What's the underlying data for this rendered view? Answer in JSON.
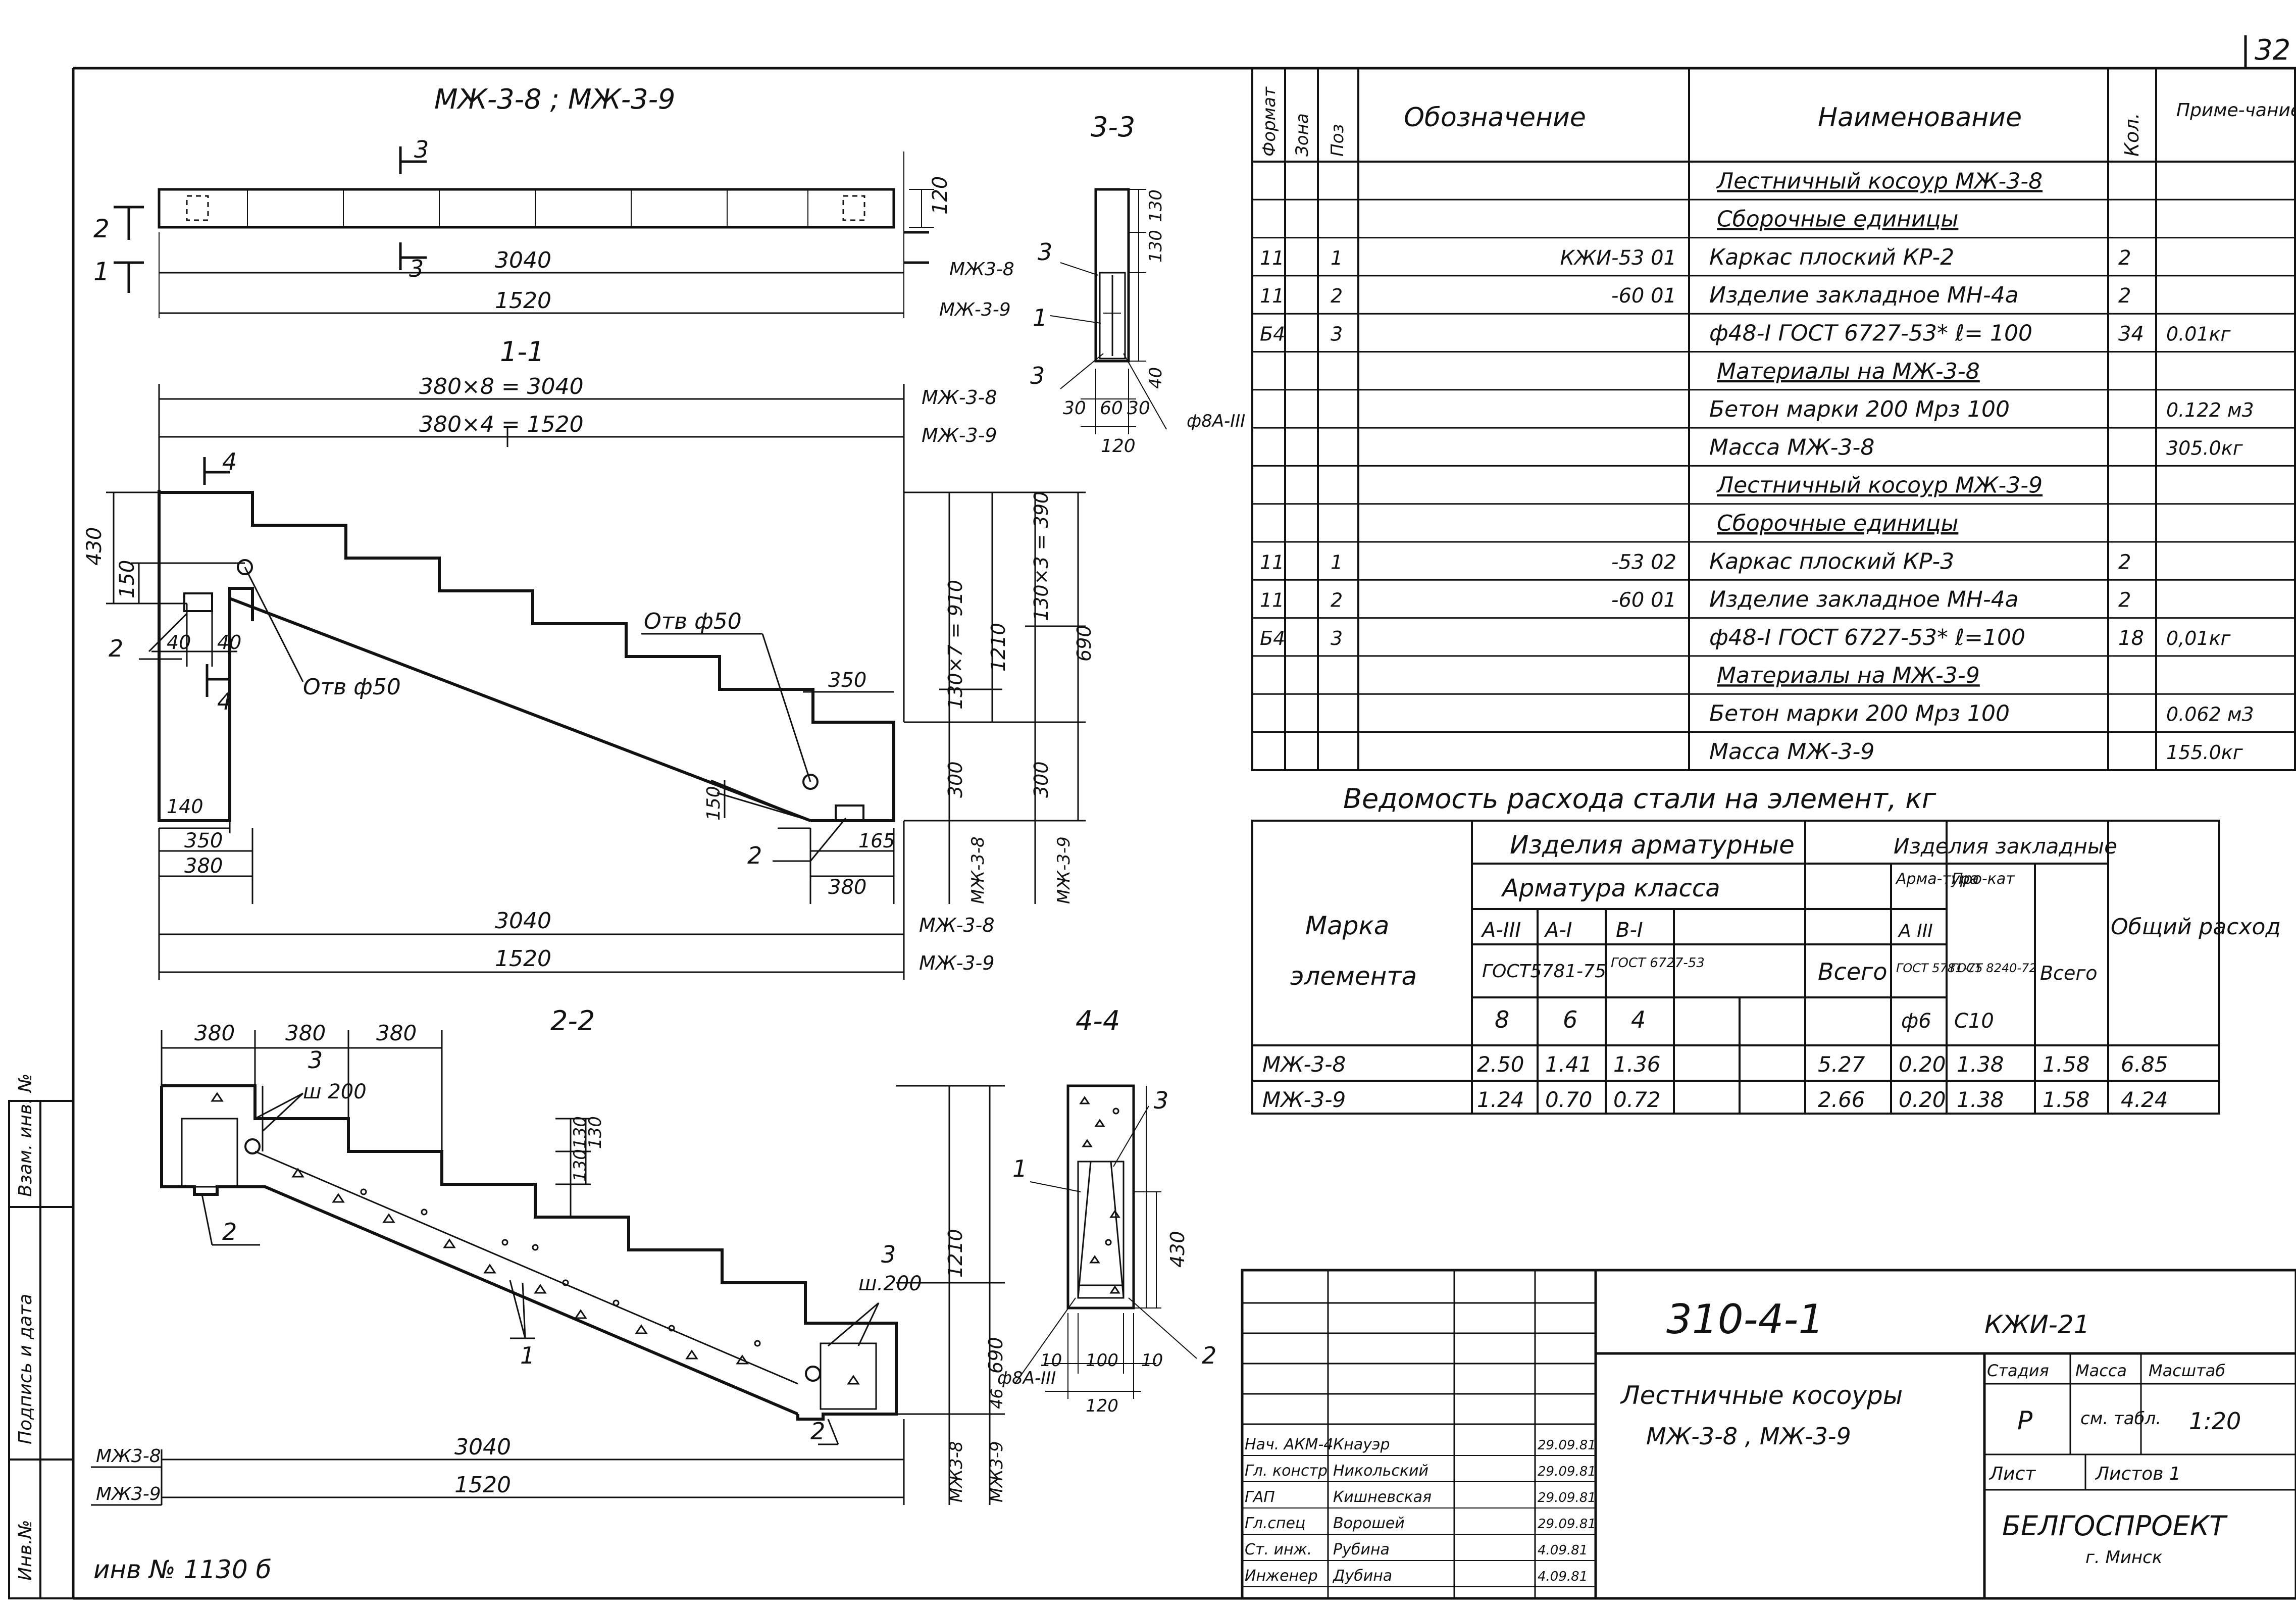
{
  "sheet": {
    "page_number": "32",
    "inventory_note": "инв № 1130 б",
    "margin_labels": [
      "Инв.№",
      "Подпись и дата",
      "Взам. инв. №"
    ]
  },
  "views": {
    "plan_title": "МЖ-3-8 ; МЖ-3-9",
    "section_11": "1-1",
    "section_22": "2-2",
    "section_33": "3-3",
    "section_44": "4-4",
    "cut_marks": [
      "3",
      "3",
      "4",
      "4"
    ],
    "plan_dims": {
      "d3040": "3040",
      "d1520": "1520",
      "d120": "120",
      "m8": "МЖ3-8",
      "m9": "МЖ-3-9",
      "n2": "2",
      "n1": "1"
    },
    "s11": {
      "d380x8": "380×8 = 3040",
      "d380x4": "380×4 = 1520",
      "m8": "МЖ-3-8",
      "m9": "МЖ-3-9",
      "d430": "430",
      "d150": "150",
      "d40a": "40",
      "d40b": "40",
      "hole_left": "Отв ф50",
      "hole_right": "Отв ф50",
      "d350top": "350",
      "d150b": "150",
      "d140": "140",
      "d350": "350",
      "d380": "380",
      "d165": "165",
      "d380r": "380",
      "pos2a": "2",
      "pos2b": "2",
      "v130x7": "130×7 = 910",
      "v1210": "1210",
      "v130x3": "130×3 = 390",
      "v690": "690",
      "v300a": "300",
      "v300b": "300",
      "vm8": "МЖ-3-8",
      "vm9": "МЖ-3-9",
      "b3040": "3040",
      "b1520": "1520",
      "bm8": "МЖ-3-8",
      "bm9": "МЖ-3-9"
    },
    "s33": {
      "d130a": "130",
      "d130b": "130",
      "d40": "40",
      "d30": "30",
      "d60": "60",
      "d30b": "30",
      "d120": "120",
      "pos3a": "3",
      "pos1": "1",
      "pos3b": "3",
      "rebar": "ф8А-III"
    },
    "s22": {
      "d380a": "380",
      "d380b": "380",
      "d380c": "380",
      "pos3a": "3",
      "step_a": "ш 200",
      "pos2a": "2",
      "pos1": "1",
      "pos3b": "3",
      "step_b": "ш.200",
      "pos2b": "2",
      "v130": "130",
      "v130b": "130",
      "v130c": "130",
      "v1210": "1210",
      "v690": "690",
      "v46": "46",
      "bm8": "МЖ3-8",
      "bm9": "МЖ3-9",
      "b3040": "3040",
      "b1520": "1520",
      "vm8": "МЖ3-8",
      "vm9": "МЖ3-9"
    },
    "s44": {
      "pos3": "3",
      "pos1": "1",
      "pos2": "2",
      "d430": "430",
      "d10a": "10",
      "d100": "100",
      "d10b": "10",
      "d120": "120",
      "rebar": "ф8А-III"
    }
  },
  "spec_table": {
    "headers": [
      "Формат",
      "Зона",
      "Поз",
      "Обозначение",
      "Наименование",
      "Кол.",
      "Приме-чание"
    ],
    "rows": [
      {
        "fmt": "",
        "pos": "",
        "des": "",
        "name": "Лестничный косоур МЖ-3-8",
        "qty": "",
        "note": "",
        "style": "heading"
      },
      {
        "fmt": "",
        "pos": "",
        "des": "",
        "name": "Сборочные единицы",
        "qty": "",
        "note": "",
        "style": "heading"
      },
      {
        "fmt": "11",
        "pos": "1",
        "des": "КЖИ-53 01",
        "name": "Каркас плоский КР-2",
        "qty": "2",
        "note": "",
        "style": "row"
      },
      {
        "fmt": "11",
        "pos": "2",
        "des": "-60 01",
        "name": "Изделие закладное МН-4а",
        "qty": "2",
        "note": "",
        "style": "row"
      },
      {
        "fmt": "Б4",
        "pos": "3",
        "des": "",
        "name": "ф48-I ГОСТ 6727-53* ℓ= 100",
        "qty": "34",
        "note": "0.01кг",
        "style": "row"
      },
      {
        "fmt": "",
        "pos": "",
        "des": "",
        "name": "Материалы на МЖ-3-8",
        "qty": "",
        "note": "",
        "style": "heading"
      },
      {
        "fmt": "",
        "pos": "",
        "des": "",
        "name": "Бетон марки 200 Мрз 100",
        "qty": "",
        "note": "0.122 м3",
        "style": "row"
      },
      {
        "fmt": "",
        "pos": "",
        "des": "",
        "name": "Масса МЖ-3-8",
        "qty": "",
        "note": "305.0кг",
        "style": "row"
      },
      {
        "fmt": "",
        "pos": "",
        "des": "",
        "name": "Лестничный косоур МЖ-3-9",
        "qty": "",
        "note": "",
        "style": "heading"
      },
      {
        "fmt": "",
        "pos": "",
        "des": "",
        "name": "Сборочные единицы",
        "qty": "",
        "note": "",
        "style": "heading"
      },
      {
        "fmt": "11",
        "pos": "1",
        "des": "-53 02",
        "name": "Каркас плоский КР-3",
        "qty": "2",
        "note": "",
        "style": "row"
      },
      {
        "fmt": "11",
        "pos": "2",
        "des": "-60 01",
        "name": "Изделие закладное МН-4а",
        "qty": "2",
        "note": "",
        "style": "row"
      },
      {
        "fmt": "Б4",
        "pos": "3",
        "des": "",
        "name": "ф48-I ГОСТ 6727-53* ℓ=100",
        "qty": "18",
        "note": "0,01кг",
        "style": "row"
      },
      {
        "fmt": "",
        "pos": "",
        "des": "",
        "name": "Материалы на МЖ-3-9",
        "qty": "",
        "note": "",
        "style": "heading"
      },
      {
        "fmt": "",
        "pos": "",
        "des": "",
        "name": "Бетон марки 200 Мрз 100",
        "qty": "",
        "note": "0.062 м3",
        "style": "row"
      },
      {
        "fmt": "",
        "pos": "",
        "des": "",
        "name": "Масса МЖ-3-9",
        "qty": "",
        "note": "155.0кг",
        "style": "row"
      }
    ]
  },
  "steel_table": {
    "title": "Ведомость расхода стали на элемент, кг",
    "h_marka": "Марка",
    "h_element": "элемента",
    "h_arm": "Изделия арматурные",
    "h_klass": "Арматура класса",
    "h_zakl": "Изделия закладные",
    "h_arm2": "Арма-тура",
    "h_prokat": "Про-кат",
    "h_vsego": "Всего",
    "h_vsego2": "Всего",
    "h_obsh": "Общий расход",
    "cls": [
      "А-III",
      "А-I",
      "В-I",
      "А III"
    ],
    "gost1": "ГОСТ5781-75",
    "gost2": "ГОСТ 6727-53",
    "gost3": "ГОСТ 5781-75",
    "gost4": "ГОСТ 8240-72",
    "dia": [
      "8",
      "6",
      "4",
      "ф6",
      "С10"
    ],
    "rows": [
      {
        "mark": "МЖ-3-8",
        "a3": "2.50",
        "a1": "1.41",
        "b1": "1.36",
        "total": "5.27",
        "z1": "0.20",
        "z2": "1.38",
        "zt": "1.58",
        "sum": "6.85"
      },
      {
        "mark": "МЖ-3-9",
        "a3": "1.24",
        "a1": "0.70",
        "b1": "0.72",
        "total": "2.66",
        "z1": "0.20",
        "z2": "1.38",
        "zt": "1.58",
        "sum": "4.24"
      }
    ]
  },
  "title_block": {
    "code": "310-4-1",
    "sheet_code": "КЖИ-21",
    "name_line1": "Лестничные косоуры",
    "name_line2": "МЖ-3-8 , МЖ-3-9",
    "h_stage": "Стадия",
    "h_mass": "Масса",
    "h_scale": "Масштаб",
    "stage": "Р",
    "mass": "см. табл.",
    "scale": "1:20",
    "h_list": "Лист",
    "h_lists": "Листов 1",
    "org": "БЕЛГОСПРОЕКТ",
    "city": "г. Минск",
    "staff": [
      {
        "role": "Нач. АКМ-4",
        "name": "Кнауэр",
        "date": "29.09.81"
      },
      {
        "role": "Гл. констр",
        "name": "Никольский",
        "date": "29.09.81"
      },
      {
        "role": "ГАП",
        "name": "Кишневская",
        "date": "29.09.81"
      },
      {
        "role": "Гл.спец",
        "name": "Ворошей",
        "date": "29.09.81"
      },
      {
        "role": "Ст. инж.",
        "name": "Рубина",
        "date": "4.09.81"
      },
      {
        "role": "Инженер",
        "name": "Дубина",
        "date": "4.09.81"
      }
    ]
  }
}
